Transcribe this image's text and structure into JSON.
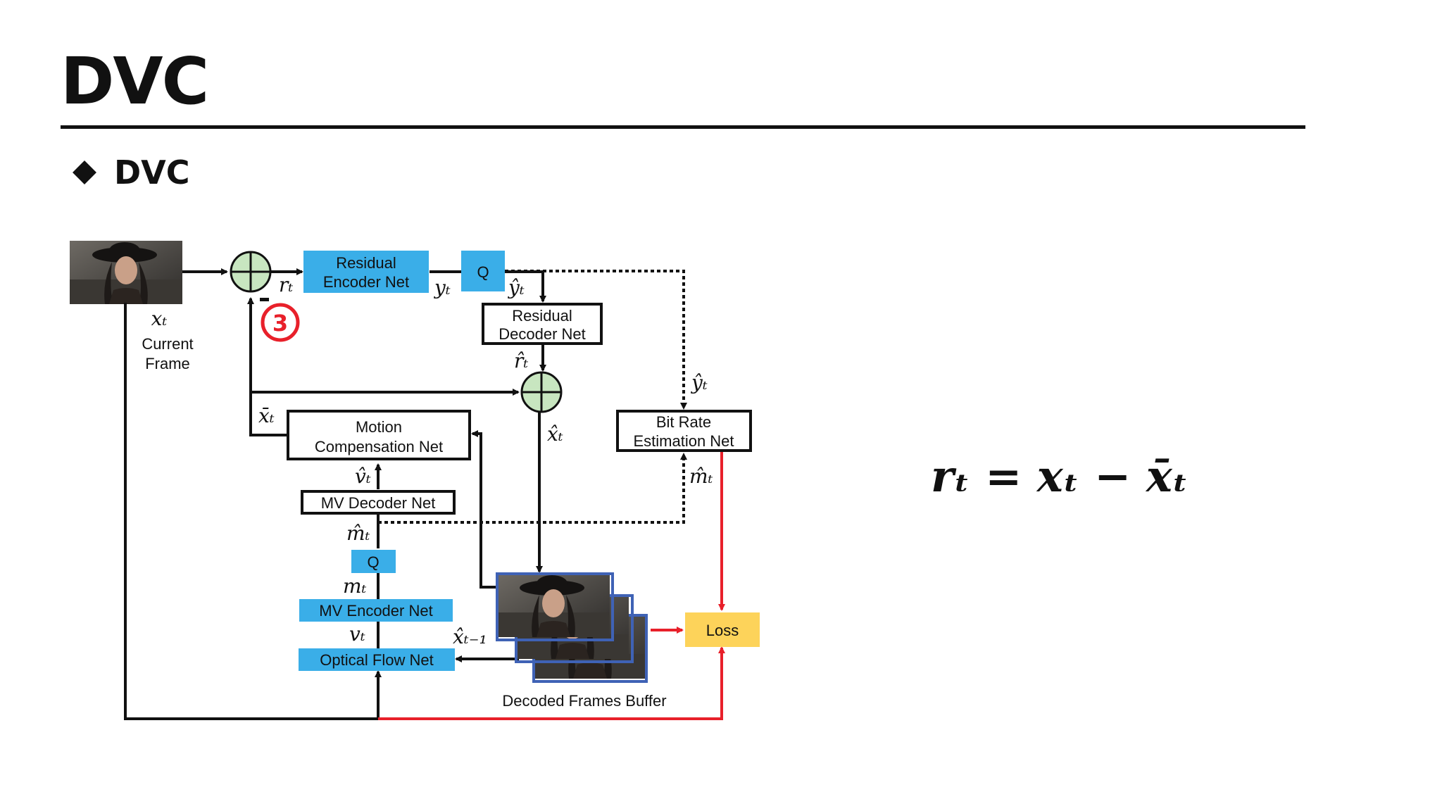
{
  "title": "DVC",
  "bullet": "DVC",
  "diagram": {
    "blocks": {
      "residual_encoder": [
        "Residual",
        "Encoder Net"
      ],
      "q_top": "Q",
      "residual_decoder": [
        "Residual",
        "Decoder Net"
      ],
      "motion_compensation": [
        "Motion",
        "Compensation Net"
      ],
      "bit_rate_estimation": [
        "Bit Rate",
        "Estimation Net"
      ],
      "mv_decoder": "MV Decoder Net",
      "q_mid": "Q",
      "mv_encoder": "MV Encoder Net",
      "optical_flow": "Optical Flow Net",
      "loss": "Loss"
    },
    "current_frame_label": [
      "Current",
      "Frame"
    ],
    "decoded_buffer_label": "Decoded Frames Buffer",
    "step_marker": "3",
    "symbols": {
      "x_t": "xₜ",
      "r_t": "rₜ",
      "y_t": "yₜ",
      "y_hat_t": "ŷₜ",
      "r_hat_t": "r̂ₜ",
      "y_hat_t_right": "ŷₜ",
      "x_bar_t": "x̄ₜ",
      "x_hat_t": "x̂ₜ",
      "v_hat_t": "v̂ₜ",
      "m_hat_t_right": "m̂ₜ",
      "m_hat_t": "m̂ₜ",
      "m_t": "mₜ",
      "v_t": "vₜ",
      "x_hat_prev": "x̂ₜ₋₁"
    },
    "colors": {
      "net_blue": "#3aaee8",
      "loss_yellow": "#fdd35a",
      "adder_green": "#c8e6c0",
      "loss_red": "#e8202a",
      "frame_border": "#3f62b5"
    }
  },
  "equation": {
    "lhs": "rₜ",
    "rhs": "= xₜ − x̄ₜ"
  }
}
